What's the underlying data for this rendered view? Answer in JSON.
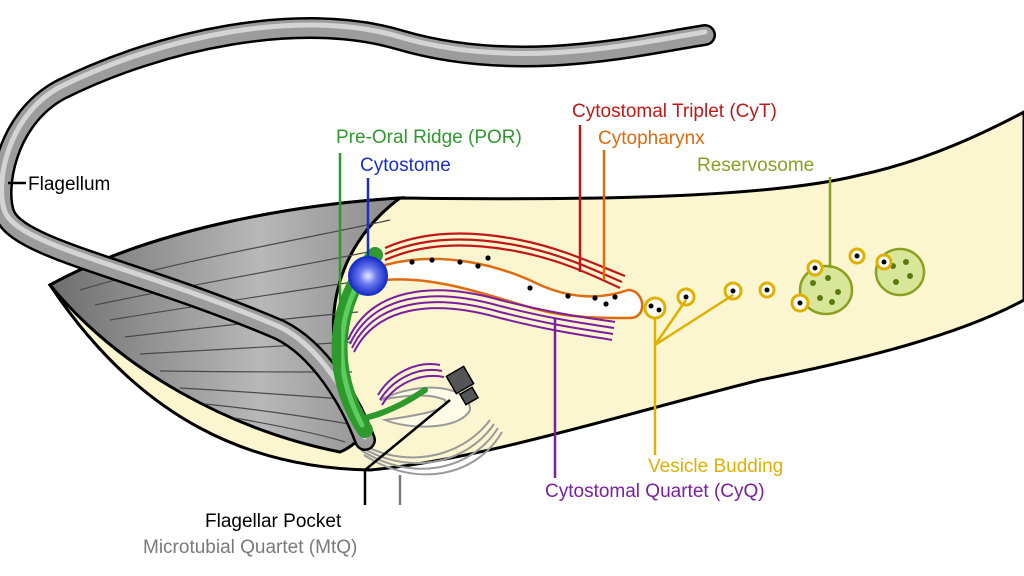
{
  "labels": {
    "flagellum": "Flagellum",
    "pre_oral_ridge": "Pre-Oral Ridge (POR)",
    "cytostome": "Cytostome",
    "cytostomal_triplet": "Cytostomal Triplet (CyT)",
    "cytopharynx": "Cytopharynx",
    "reservosome": "Reservosome",
    "vesicle_budding": "Vesicle Budding",
    "cytostomal_quartet": "Cytostomal Quartet (CyQ)",
    "flagellar_pocket": "Flagellar Pocket",
    "microtubial_quartet": "Microtubial Quartet (MtQ)"
  },
  "colors": {
    "flagellum": "#000000",
    "pre_oral_ridge": "#2e9a2e",
    "cytostome": "#1a2fc8",
    "cytostomal_triplet": "#c01818",
    "cytopharynx": "#e06a10",
    "reservosome": "#8aa020",
    "vesicle_budding": "#e0b000",
    "cytostomal_quartet": "#7a1fa0",
    "flagellar_pocket": "#000000",
    "microtubial_quartet": "#7a7a7a",
    "cell_body": "#fbf6cf",
    "flagellum_fill": "#9c9c9c"
  }
}
